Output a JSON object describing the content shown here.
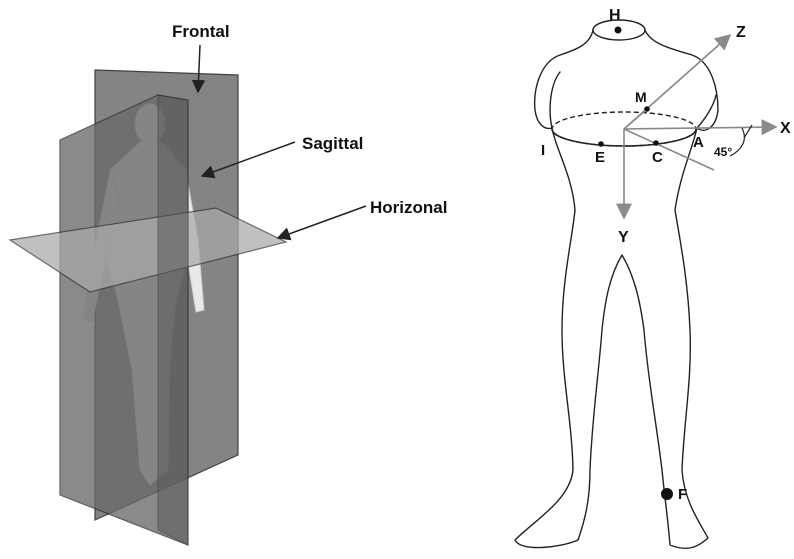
{
  "left_panel": {
    "labels": {
      "frontal": "Frontal",
      "sagittal": "Sagittal",
      "horizontal": "Horizonal"
    },
    "plane_color": "#6f6f6f",
    "horizontal_plane_color": "#a9a9a9"
  },
  "right_panel": {
    "points": {
      "h": "H",
      "m": "M",
      "i": "I",
      "e": "E",
      "c": "C",
      "a": "A",
      "f": "F"
    },
    "axes": {
      "x": "X",
      "y": "Y",
      "z": "Z"
    },
    "angle": "45°",
    "axis_color": "#8a8a8a"
  }
}
